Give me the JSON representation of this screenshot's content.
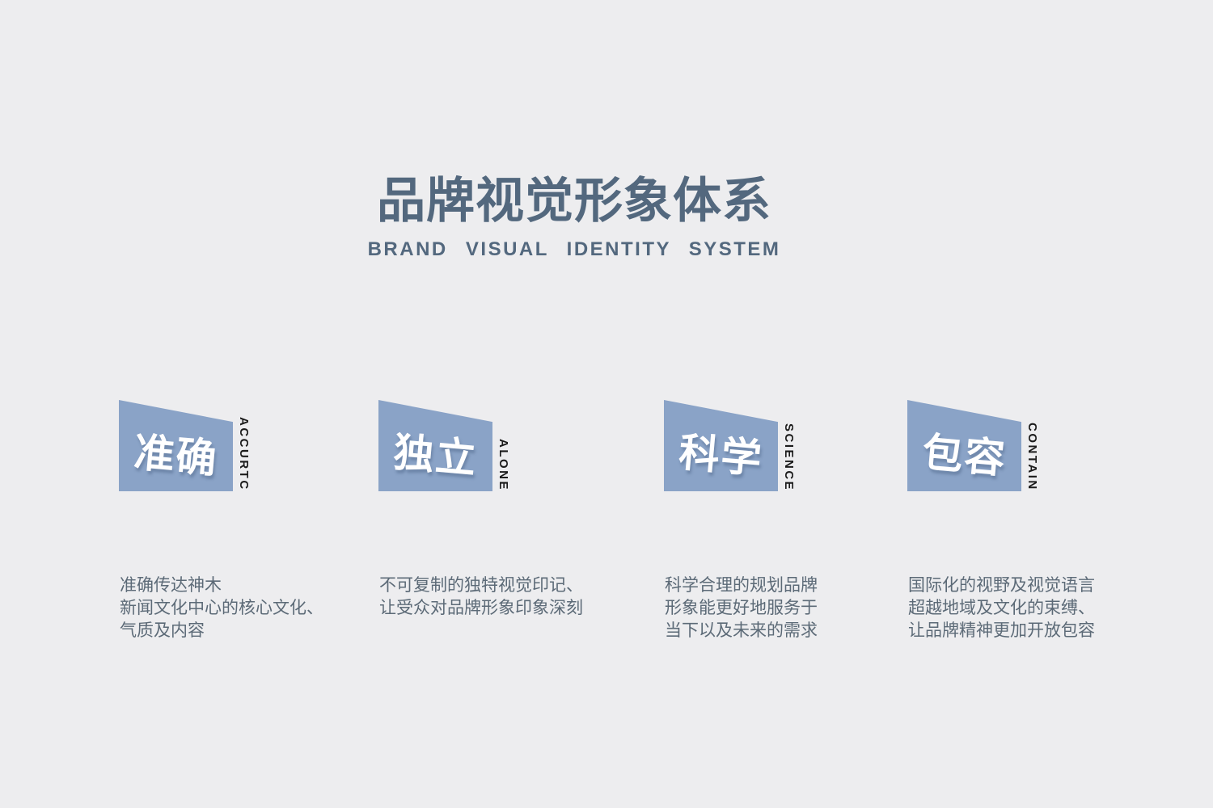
{
  "header": {
    "title": "品牌视觉形象体系",
    "subtitle": "BRAND VISUAL IDENTITY SYSTEM"
  },
  "colors": {
    "bg": "#EDEDEF",
    "accent": "#8AA3C7",
    "title": "#53687E",
    "body": "#5C6A77",
    "label": "#1B1B1B",
    "badge_text": "#FFFFFF"
  },
  "pillars": [
    {
      "zh": "准确",
      "en": "ACCURTC",
      "description": "准确传达神木\n新闻文化中心的核心文化、\n气质及内容"
    },
    {
      "zh": "独立",
      "en": "ALONE",
      "description": "不可复制的独特视觉印记、\n让受众对品牌形象印象深刻"
    },
    {
      "zh": "科学",
      "en": "SCIENCE",
      "description": "科学合理的规划品牌\n形象能更好地服务于\n当下以及未来的需求"
    },
    {
      "zh": "包容",
      "en": "CONTAIN",
      "description": "国际化的视野及视觉语言\n超越地域及文化的束缚、\n让品牌精神更加开放包容"
    }
  ]
}
